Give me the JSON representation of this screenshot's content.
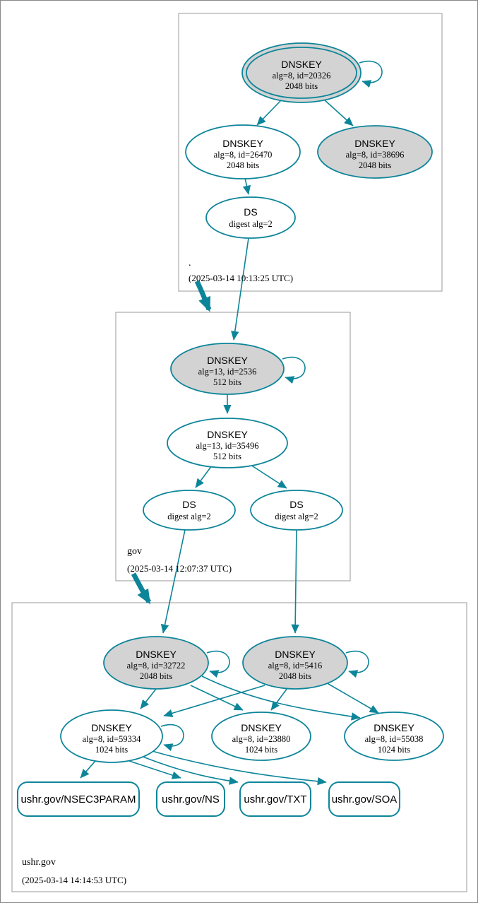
{
  "colors": {
    "accent": "#0d8599",
    "node_fill": "#d3d3d3",
    "box_border": "#9a9a9a",
    "background": "#ffffff"
  },
  "zones": [
    {
      "label": ".",
      "timestamp": "(2025-03-14 10:13:25 UTC)",
      "nodes": {
        "ksk": {
          "title": "DNSKEY",
          "algid": "alg=8, id=20326",
          "bits": "2048 bits"
        },
        "zsk": {
          "title": "DNSKEY",
          "algid": "alg=8, id=26470",
          "bits": "2048 bits"
        },
        "extra": {
          "title": "DNSKEY",
          "algid": "alg=8, id=38696",
          "bits": "2048 bits"
        },
        "ds": {
          "title": "DS",
          "algid": "digest alg=2"
        }
      }
    },
    {
      "label": "gov",
      "timestamp": "(2025-03-14 12:07:37 UTC)",
      "nodes": {
        "ksk": {
          "title": "DNSKEY",
          "algid": "alg=13, id=2536",
          "bits": "512 bits"
        },
        "zsk": {
          "title": "DNSKEY",
          "algid": "alg=13, id=35496",
          "bits": "512 bits"
        },
        "ds1": {
          "title": "DS",
          "algid": "digest alg=2"
        },
        "ds2": {
          "title": "DS",
          "algid": "digest alg=2"
        }
      }
    },
    {
      "label": "ushr.gov",
      "timestamp": "(2025-03-14 14:14:53 UTC)",
      "nodes": {
        "ksk1": {
          "title": "DNSKEY",
          "algid": "alg=8, id=32722",
          "bits": "2048 bits"
        },
        "ksk2": {
          "title": "DNSKEY",
          "algid": "alg=8, id=5416",
          "bits": "2048 bits"
        },
        "zsk1": {
          "title": "DNSKEY",
          "algid": "alg=8, id=59334",
          "bits": "1024 bits"
        },
        "zsk2": {
          "title": "DNSKEY",
          "algid": "alg=8, id=23880",
          "bits": "1024 bits"
        },
        "zsk3": {
          "title": "DNSKEY",
          "algid": "alg=8, id=55038",
          "bits": "1024 bits"
        },
        "rr1": {
          "label": "ushr.gov/NSEC3PARAM"
        },
        "rr2": {
          "label": "ushr.gov/NS"
        },
        "rr3": {
          "label": "ushr.gov/TXT"
        },
        "rr4": {
          "label": "ushr.gov/SOA"
        }
      }
    }
  ]
}
